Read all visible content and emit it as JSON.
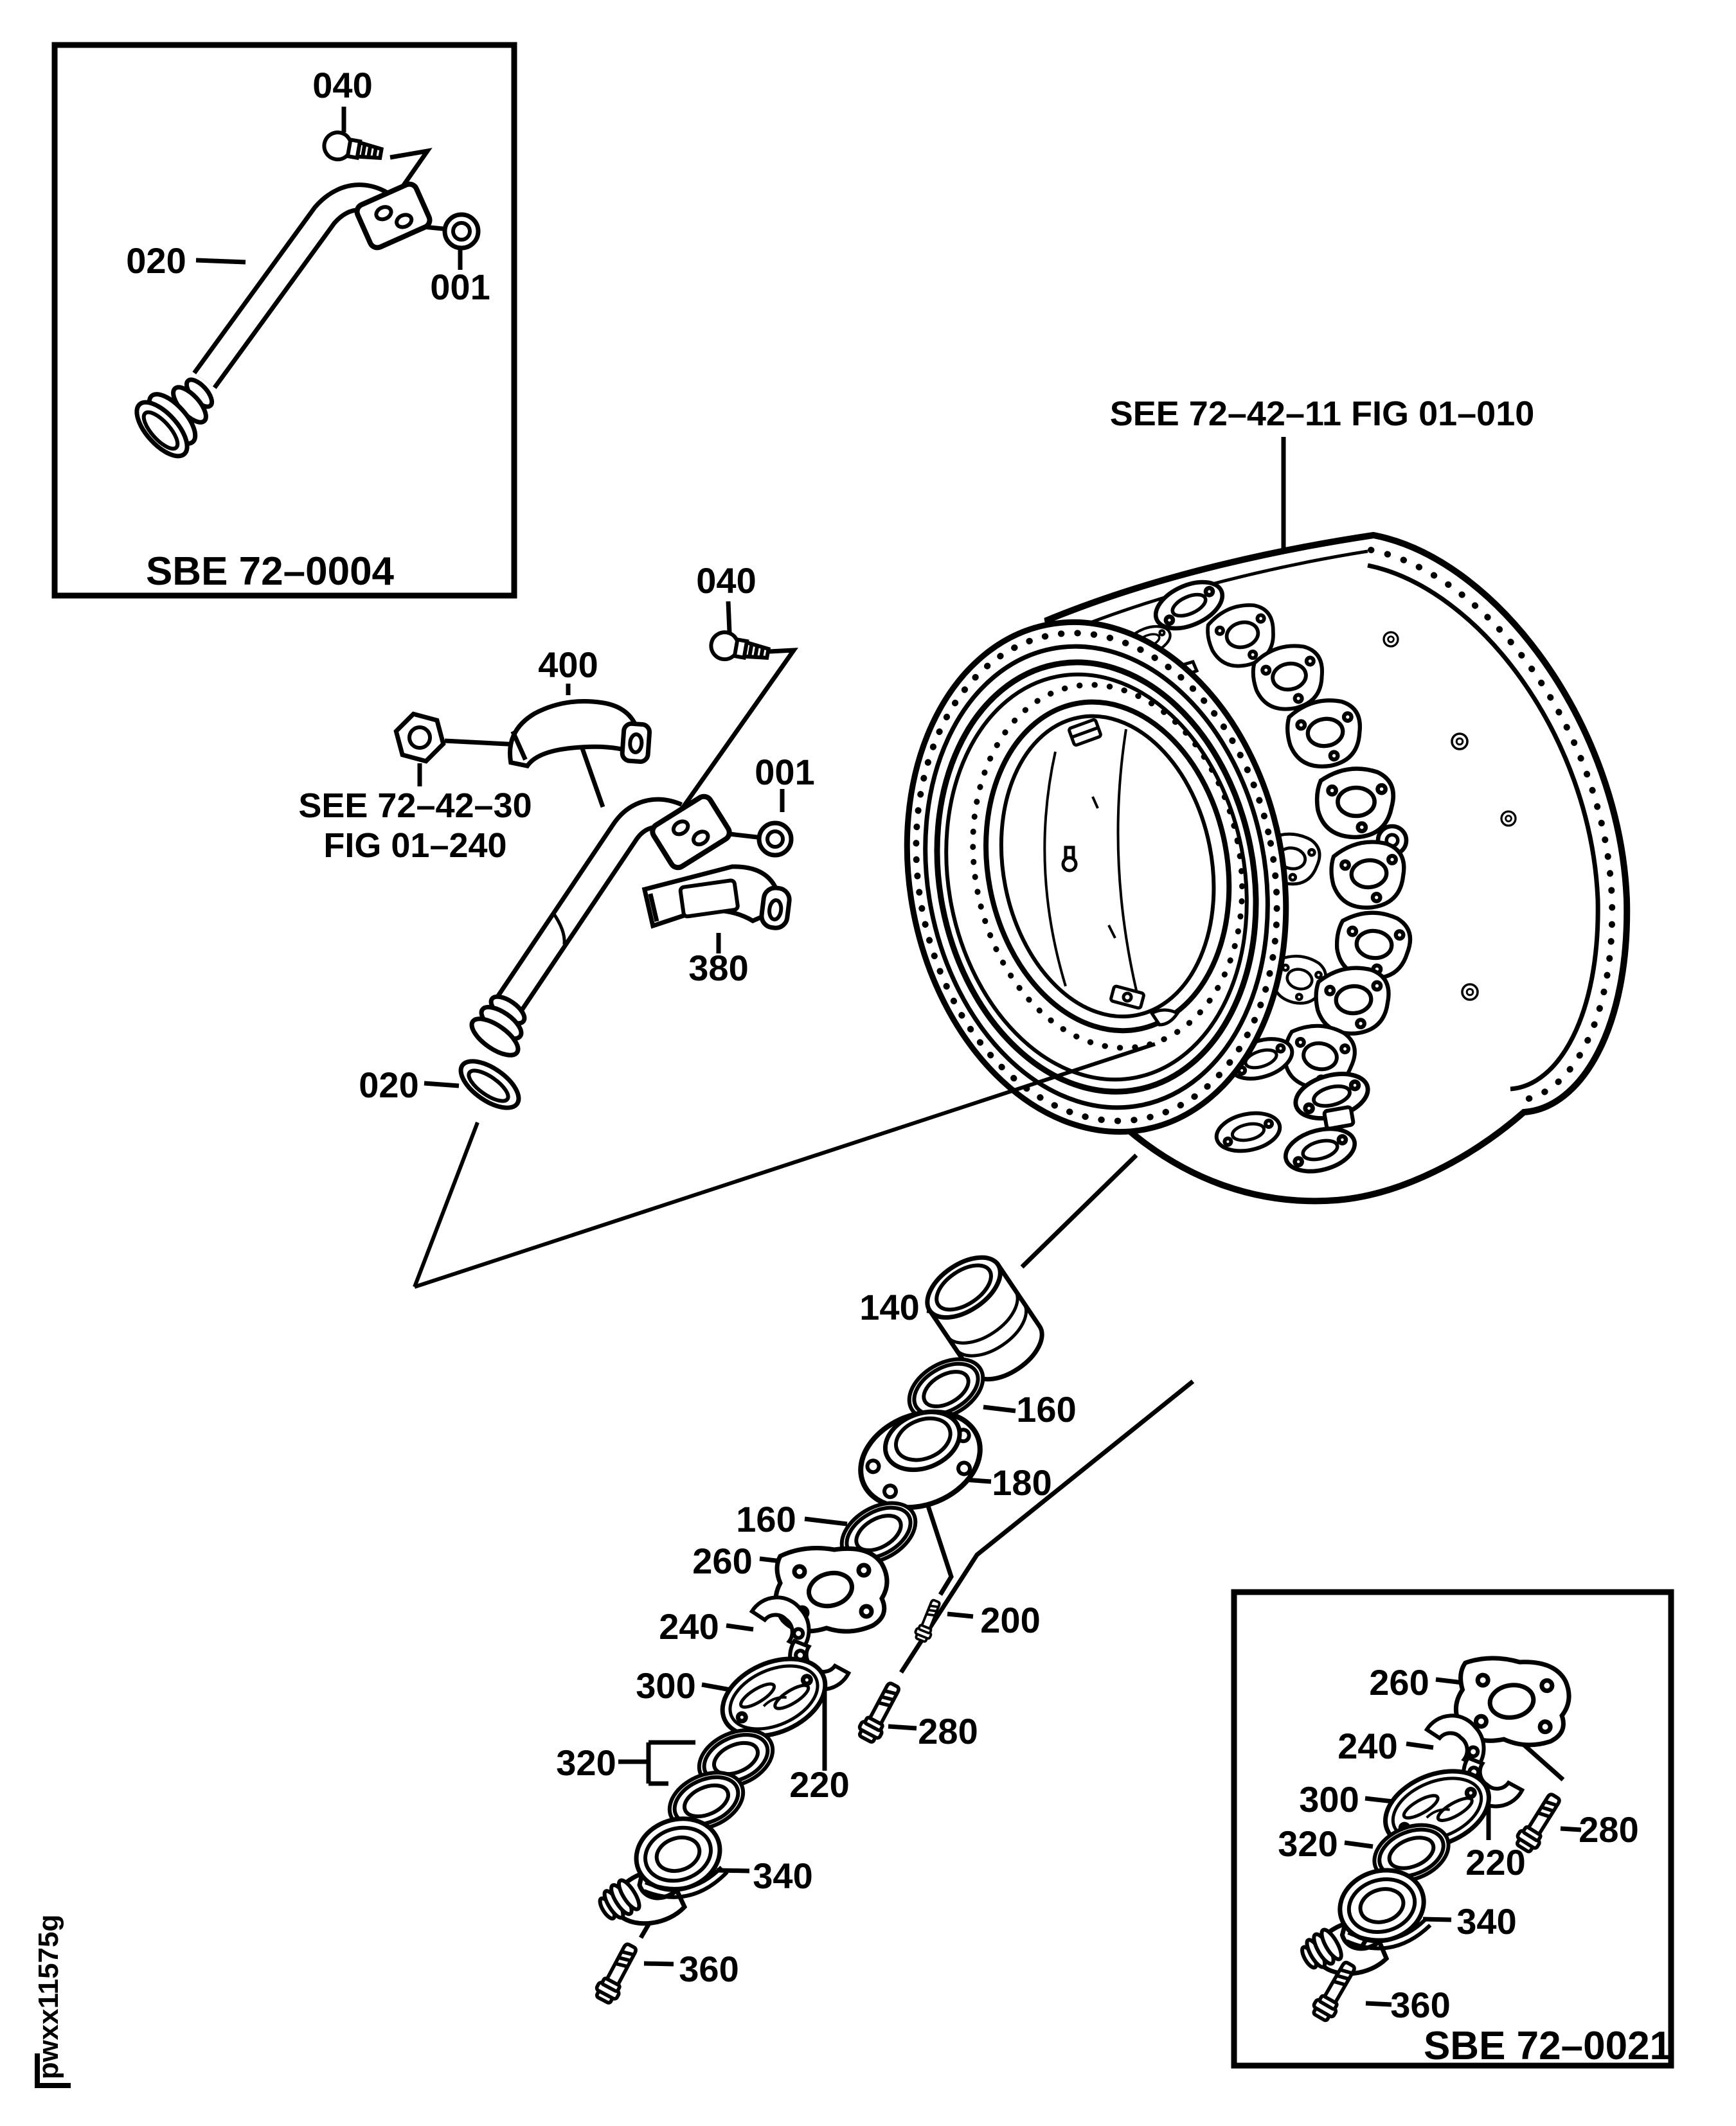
{
  "page": {
    "background": "#ffffff",
    "ink": "#000000",
    "kind": "exploded-parts-diagram"
  },
  "watermark": "pwxx11575g",
  "references": {
    "main_assembly": "SEE 72–42–11 FIG 01–010",
    "clamp_ref_line1": "SEE 72–42–30",
    "clamp_ref_line2": "FIG 01–240"
  },
  "insets": {
    "top_left": {
      "code": "SBE 72–0004",
      "callouts": [
        "040",
        "020",
        "001"
      ]
    },
    "bottom_right": {
      "code": "SBE 72–0021",
      "callouts": [
        "260",
        "240",
        "300",
        "320",
        "280",
        "220",
        "340",
        "360"
      ]
    }
  },
  "callouts": {
    "c001": "001",
    "c020": "020",
    "c040": "040",
    "c140": "140",
    "c160": "160",
    "c180": "180",
    "c200": "200",
    "c220": "220",
    "c240": "240",
    "c260": "260",
    "c280": "280",
    "c300": "300",
    "c320": "320",
    "c340": "340",
    "c360": "360",
    "c380": "380",
    "c400": "400"
  }
}
